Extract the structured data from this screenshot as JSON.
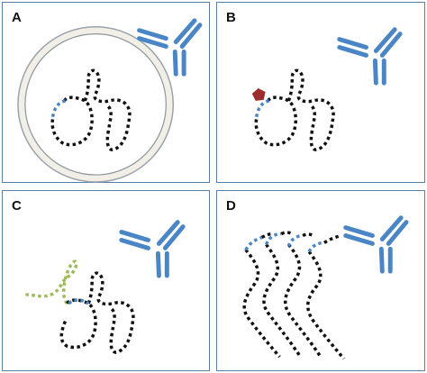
{
  "panels": [
    {
      "id": "a",
      "label": "A"
    },
    {
      "id": "b",
      "label": "B"
    },
    {
      "id": "c",
      "label": "C"
    },
    {
      "id": "d",
      "label": "D"
    }
  ],
  "colors": {
    "border": "#5b7fa6",
    "antibody": "#4a86c5",
    "strand": "#111111",
    "epitope": "#4a86c5",
    "membrane_fill": "#f1efe6",
    "membrane_stroke": "#9aa3ad",
    "modification": "#9b2d2d",
    "unfolded_segment": "#9dbb59"
  },
  "icons": {
    "antibody": "antibody-icon",
    "modification": "pentagon-marker-icon"
  }
}
